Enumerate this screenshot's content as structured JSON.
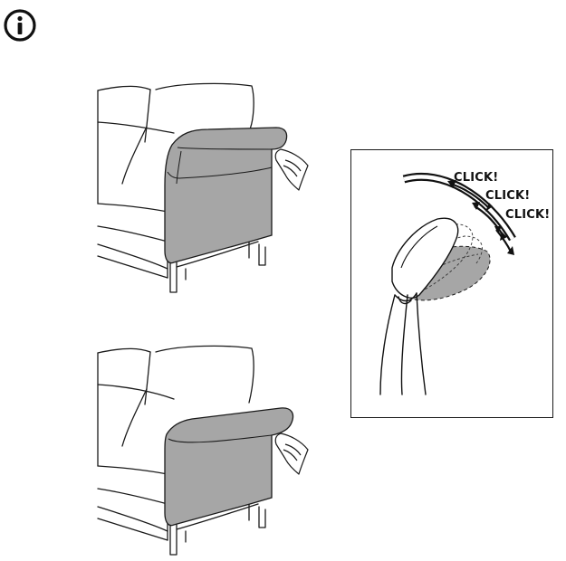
{
  "icons": {
    "info": "info-icon"
  },
  "detail": {
    "click_labels": [
      "CLICK!",
      "CLICK!",
      "CLICK!"
    ]
  },
  "colors": {
    "upholstery_fill": "#a6a6a6",
    "line": "#1a1a1a",
    "background": "#ffffff"
  }
}
